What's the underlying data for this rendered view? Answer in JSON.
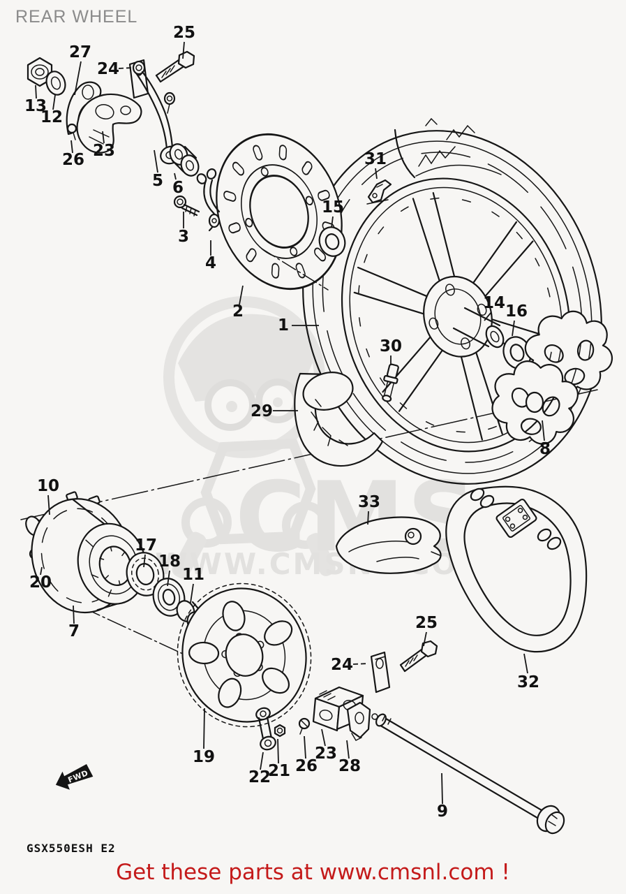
{
  "page": {
    "title": "REAR WHEEL",
    "model_code": "GSX550ESH E2",
    "footer_link": "Get these parts at www.cmsnl.com !"
  },
  "colors": {
    "background": "#f7f6f4",
    "line": "#161616",
    "title_gray": "#8b8b8b",
    "footer_red": "#c41a1a",
    "watermark_gray": "#e0dfdd"
  },
  "watermark": {
    "logo_text": "CMS",
    "url_text": "WWW.CMSNL.COM"
  },
  "direction_marker": {
    "label": "FWD"
  },
  "diagram": {
    "type": "exploded-parts-diagram",
    "subject": "Motorcycle rear wheel assembly",
    "part_numbers_shown": [
      "1",
      "2",
      "3",
      "4",
      "5",
      "6",
      "7",
      "8",
      "9",
      "10",
      "11",
      "12",
      "13",
      "14",
      "15",
      "16",
      "17",
      "18",
      "19",
      "20",
      "21",
      "22",
      "23",
      "24",
      "25",
      "26",
      "27",
      "28",
      "29",
      "30",
      "31",
      "32",
      "33"
    ]
  },
  "labels": [
    {
      "num": "25"
    },
    {
      "num": "27"
    },
    {
      "num": "24"
    },
    {
      "num": "13"
    },
    {
      "num": "12"
    },
    {
      "num": "26"
    },
    {
      "num": "23"
    },
    {
      "num": "5"
    },
    {
      "num": "6"
    },
    {
      "num": "3"
    },
    {
      "num": "4"
    },
    {
      "num": "2"
    },
    {
      "num": "15"
    },
    {
      "num": "31"
    },
    {
      "num": "1"
    },
    {
      "num": "14"
    },
    {
      "num": "16"
    },
    {
      "num": "30"
    },
    {
      "num": "29"
    },
    {
      "num": "8"
    },
    {
      "num": "10"
    },
    {
      "num": "20"
    },
    {
      "num": "7"
    },
    {
      "num": "17"
    },
    {
      "num": "18"
    },
    {
      "num": "11"
    },
    {
      "num": "33"
    },
    {
      "num": "32"
    },
    {
      "num": "19"
    },
    {
      "num": "22"
    },
    {
      "num": "21"
    },
    {
      "num": "26"
    },
    {
      "num": "23"
    },
    {
      "num": "28"
    },
    {
      "num": "24"
    },
    {
      "num": "25"
    },
    {
      "num": "9"
    }
  ]
}
